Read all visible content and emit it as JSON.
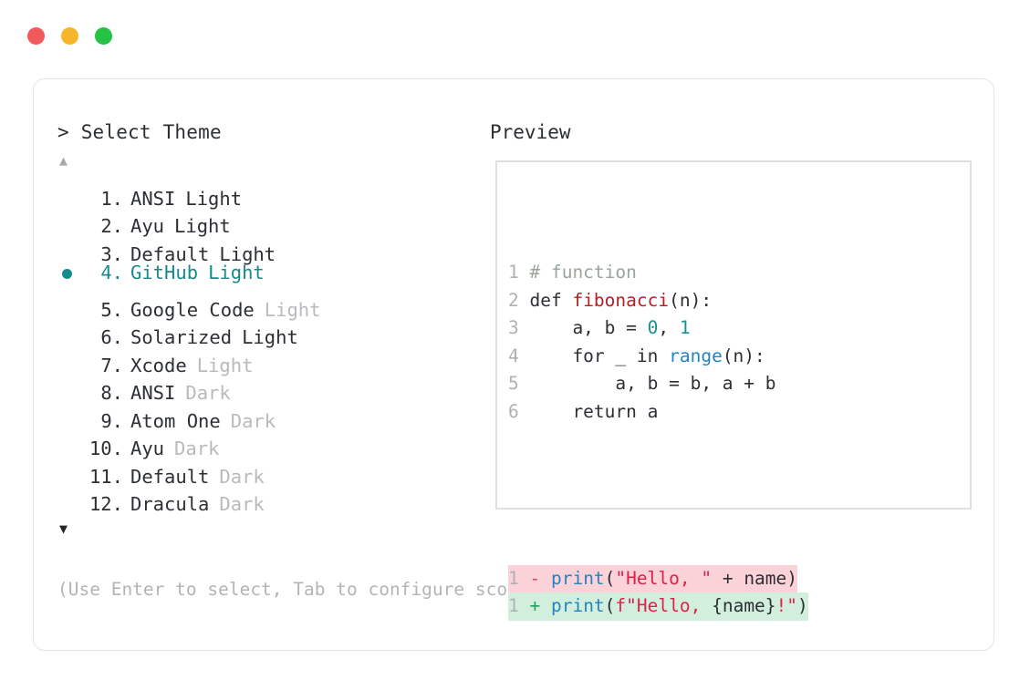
{
  "window": {
    "traffic_lights": [
      {
        "name": "close",
        "color": "#f2595b"
      },
      {
        "name": "minimize",
        "color": "#f6b52b"
      },
      {
        "name": "maximize",
        "color": "#26c244"
      }
    ]
  },
  "selector": {
    "prompt_symbol": ">",
    "title": "Select Theme",
    "scroll_up_icon": "▲",
    "scroll_down_icon": "▼",
    "selected_index": 4,
    "selected_bullet": "●",
    "accent_color": "#178b8b",
    "items": [
      {
        "number": "1.",
        "name": "ANSI",
        "variant": "Light",
        "variant_dim": false
      },
      {
        "number": "2.",
        "name": "Ayu",
        "variant": "Light",
        "variant_dim": false
      },
      {
        "number": "3.",
        "name": "Default",
        "variant": "Light",
        "variant_dim": false
      },
      {
        "number": "4.",
        "name": "GitHub",
        "variant": "Light",
        "variant_dim": false
      },
      {
        "number": "5.",
        "name": "Google Code",
        "variant": "Light",
        "variant_dim": true
      },
      {
        "number": "6.",
        "name": "Solarized",
        "variant": "Light",
        "variant_dim": false
      },
      {
        "number": "7.",
        "name": "Xcode",
        "variant": "Light",
        "variant_dim": true
      },
      {
        "number": "8.",
        "name": "ANSI",
        "variant": "Dark",
        "variant_dim": true
      },
      {
        "number": "9.",
        "name": "Atom One",
        "variant": "Dark",
        "variant_dim": true
      },
      {
        "number": "10.",
        "name": "Ayu",
        "variant": "Dark",
        "variant_dim": true
      },
      {
        "number": "11.",
        "name": "Default",
        "variant": "Dark",
        "variant_dim": true
      },
      {
        "number": "12.",
        "name": "Dracula",
        "variant": "Dark",
        "variant_dim": true
      }
    ],
    "hint": "(Use Enter to select, Tab to configure scope, Esc to close)"
  },
  "preview": {
    "label": "Preview",
    "code_lines": [
      {
        "ln": "1",
        "tokens": [
          {
            "t": "# function",
            "c": "comment"
          }
        ]
      },
      {
        "ln": "2",
        "tokens": [
          {
            "t": "def ",
            "c": "kw"
          },
          {
            "t": "fibonacci",
            "c": "fn"
          },
          {
            "t": "(n):",
            "c": "plain"
          }
        ]
      },
      {
        "ln": "3",
        "tokens": [
          {
            "t": "    a, b = ",
            "c": "plain"
          },
          {
            "t": "0",
            "c": "num"
          },
          {
            "t": ", ",
            "c": "plain"
          },
          {
            "t": "1",
            "c": "num"
          }
        ]
      },
      {
        "ln": "4",
        "tokens": [
          {
            "t": "    for _ in ",
            "c": "plain"
          },
          {
            "t": "range",
            "c": "builtin"
          },
          {
            "t": "(n):",
            "c": "plain"
          }
        ]
      },
      {
        "ln": "5",
        "tokens": [
          {
            "t": "        a, b = b, a + b",
            "c": "plain"
          }
        ]
      },
      {
        "ln": "6",
        "tokens": [
          {
            "t": "    return a",
            "c": "plain"
          }
        ]
      }
    ],
    "diff_lines": [
      {
        "ln": "1",
        "sign": "-",
        "kind": "del",
        "tokens": [
          {
            "t": "print",
            "c": "builtin"
          },
          {
            "t": "(",
            "c": "plain"
          },
          {
            "t": "\"Hello, \"",
            "c": "str"
          },
          {
            "t": " + name)",
            "c": "plain"
          }
        ]
      },
      {
        "ln": "1",
        "sign": "+",
        "kind": "add",
        "tokens": [
          {
            "t": "print",
            "c": "builtin"
          },
          {
            "t": "(",
            "c": "plain"
          },
          {
            "t": "f\"Hello, ",
            "c": "str"
          },
          {
            "t": "{name}",
            "c": "plain"
          },
          {
            "t": "!\"",
            "c": "str"
          },
          {
            "t": ")",
            "c": "plain"
          }
        ]
      }
    ]
  }
}
